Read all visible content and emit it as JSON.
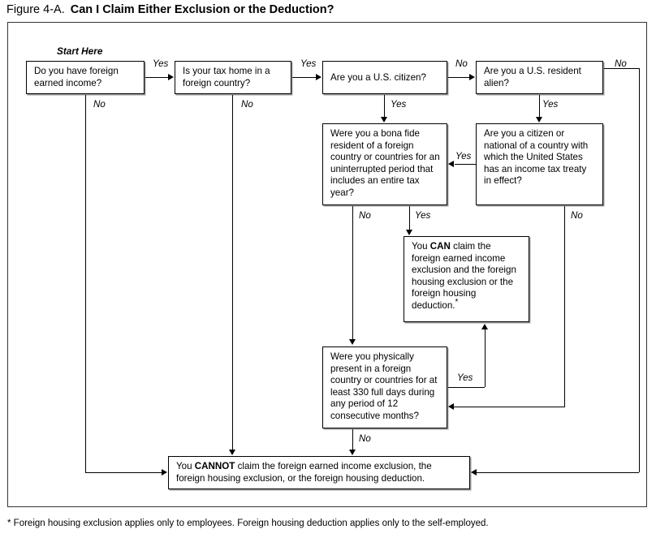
{
  "figure": {
    "number": "Figure 4-A.",
    "heading": "Can I Claim Either Exclusion or the Deduction?"
  },
  "start_label": "Start Here",
  "footnote": {
    "marker": "*",
    "text": " Foreign housing exclusion applies only to employees. Foreign housing deduction applies only to the self-employed."
  },
  "nodes": {
    "foreign_income": "Do you have foreign earned income?",
    "tax_home": "Is your tax home in a foreign country?",
    "us_citizen": "Are you a U.S. citizen?",
    "resident_alien": "Are you a U.S. resident alien?",
    "bona_fide": "Were you a bona fide resident of a foreign country or countries for an uninterrupted period that includes an entire tax year?",
    "tax_treaty": "Are you a citizen or national of a country with which the United States has an income tax treaty in effect?",
    "can_claim": {
      "pre": "You ",
      "emph": "CAN",
      "post": " claim the foreign earned income exclusion and the foreign housing exclusion or the foreign housing deduction.",
      "marker": "*"
    },
    "physical_presence": "Were you physically present in a foreign country or countries for at least 330 full days during any period of 12 consecutive months?",
    "cannot_claim": {
      "pre": "You ",
      "emph": "CANNOT",
      "post": " claim the foreign earned income exclusion, the foreign housing exclusion, or the foreign housing deduction."
    }
  },
  "edges": {
    "income_yes": "Yes",
    "income_no": "No",
    "taxhome_yes": "Yes",
    "taxhome_no": "No",
    "citizen_no": "No",
    "citizen_yes": "Yes",
    "alien_no": "No",
    "alien_yes": "Yes",
    "treaty_yes": "Yes",
    "treaty_no": "No",
    "bonafide_no": "No",
    "bonafide_yes": "Yes",
    "presence_yes": "Yes",
    "presence_no": "No"
  }
}
